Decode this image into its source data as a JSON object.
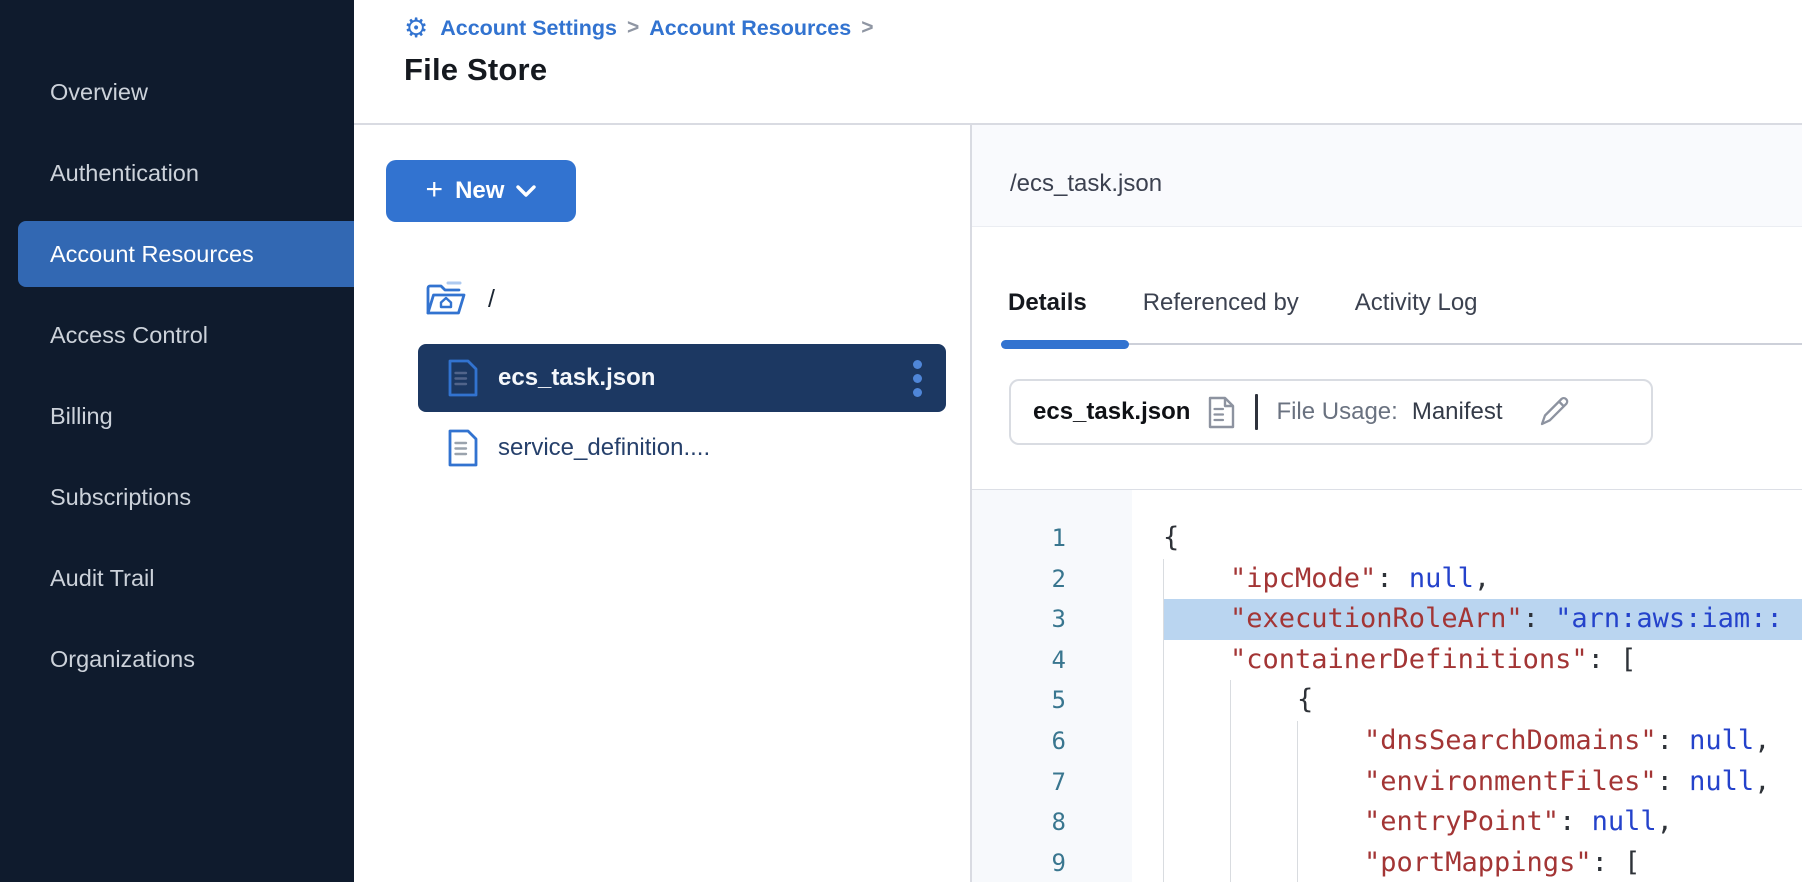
{
  "colors": {
    "accent_blue": "#3273d0",
    "sidebar_bg": "#0f1b2d",
    "sidebar_active_bg": "#3268b3",
    "selected_row_bg": "#1c3862",
    "code_highlight_bg": "#bad5f0",
    "code_key": "#a33535",
    "code_value": "#2442cb",
    "line_number": "#39768f"
  },
  "icons": {
    "gear_glyph": "⚙",
    "breadcrumb_separator": ">"
  },
  "sidebar": {
    "items": [
      {
        "label": "Overview",
        "active": false
      },
      {
        "label": "Authentication",
        "active": false
      },
      {
        "label": "Account Resources",
        "active": true
      },
      {
        "label": "Access Control",
        "active": false
      },
      {
        "label": "Billing",
        "active": false
      },
      {
        "label": "Subscriptions",
        "active": false
      },
      {
        "label": "Audit Trail",
        "active": false
      },
      {
        "label": "Organizations",
        "active": false
      }
    ]
  },
  "header": {
    "breadcrumb_items": [
      "Account Settings",
      "Account Resources"
    ],
    "title": "File Store"
  },
  "tree_panel": {
    "new_button_label": "New",
    "new_button_plus": "+",
    "root_label": "/",
    "files": [
      {
        "name": "ecs_task.json",
        "selected": true
      },
      {
        "name": "service_definition....",
        "selected": false
      }
    ]
  },
  "detail_panel": {
    "path": "/ecs_task.json",
    "tabs": [
      {
        "label": "Details",
        "active": true
      },
      {
        "label": "Referenced by",
        "active": false
      },
      {
        "label": "Activity Log",
        "active": false
      }
    ],
    "file_info": {
      "name": "ecs_task.json",
      "usage_label": "File Usage:",
      "usage_value": "Manifest"
    }
  },
  "code": {
    "lines": [
      {
        "num": 1,
        "guides": 0,
        "hl": false,
        "tokens": [
          [
            "p",
            "{"
          ]
        ]
      },
      {
        "num": 2,
        "guides": 1,
        "hl": false,
        "tokens": [
          [
            "k",
            "\"ipcMode\""
          ],
          [
            "p",
            ": "
          ],
          [
            "v",
            "null"
          ],
          [
            "p",
            ","
          ]
        ]
      },
      {
        "num": 3,
        "guides": 1,
        "hl": true,
        "tokens": [
          [
            "k",
            "\"executionRoleArn\""
          ],
          [
            "p",
            ": "
          ],
          [
            "v",
            "\"arn:aws:iam::"
          ]
        ]
      },
      {
        "num": 4,
        "guides": 1,
        "hl": false,
        "tokens": [
          [
            "k",
            "\"containerDefinitions\""
          ],
          [
            "p",
            ": ["
          ]
        ]
      },
      {
        "num": 5,
        "guides": 2,
        "hl": false,
        "tokens": [
          [
            "p",
            "{"
          ]
        ]
      },
      {
        "num": 6,
        "guides": 3,
        "hl": false,
        "tokens": [
          [
            "k",
            "\"dnsSearchDomains\""
          ],
          [
            "p",
            ": "
          ],
          [
            "v",
            "null"
          ],
          [
            "p",
            ","
          ]
        ]
      },
      {
        "num": 7,
        "guides": 3,
        "hl": false,
        "tokens": [
          [
            "k",
            "\"environmentFiles\""
          ],
          [
            "p",
            ": "
          ],
          [
            "v",
            "null"
          ],
          [
            "p",
            ","
          ]
        ]
      },
      {
        "num": 8,
        "guides": 3,
        "hl": false,
        "tokens": [
          [
            "k",
            "\"entryPoint\""
          ],
          [
            "p",
            ": "
          ],
          [
            "v",
            "null"
          ],
          [
            "p",
            ","
          ]
        ]
      },
      {
        "num": 9,
        "guides": 3,
        "hl": false,
        "tokens": [
          [
            "k",
            "\"portMappings\""
          ],
          [
            "p",
            ": ["
          ]
        ]
      }
    ]
  }
}
